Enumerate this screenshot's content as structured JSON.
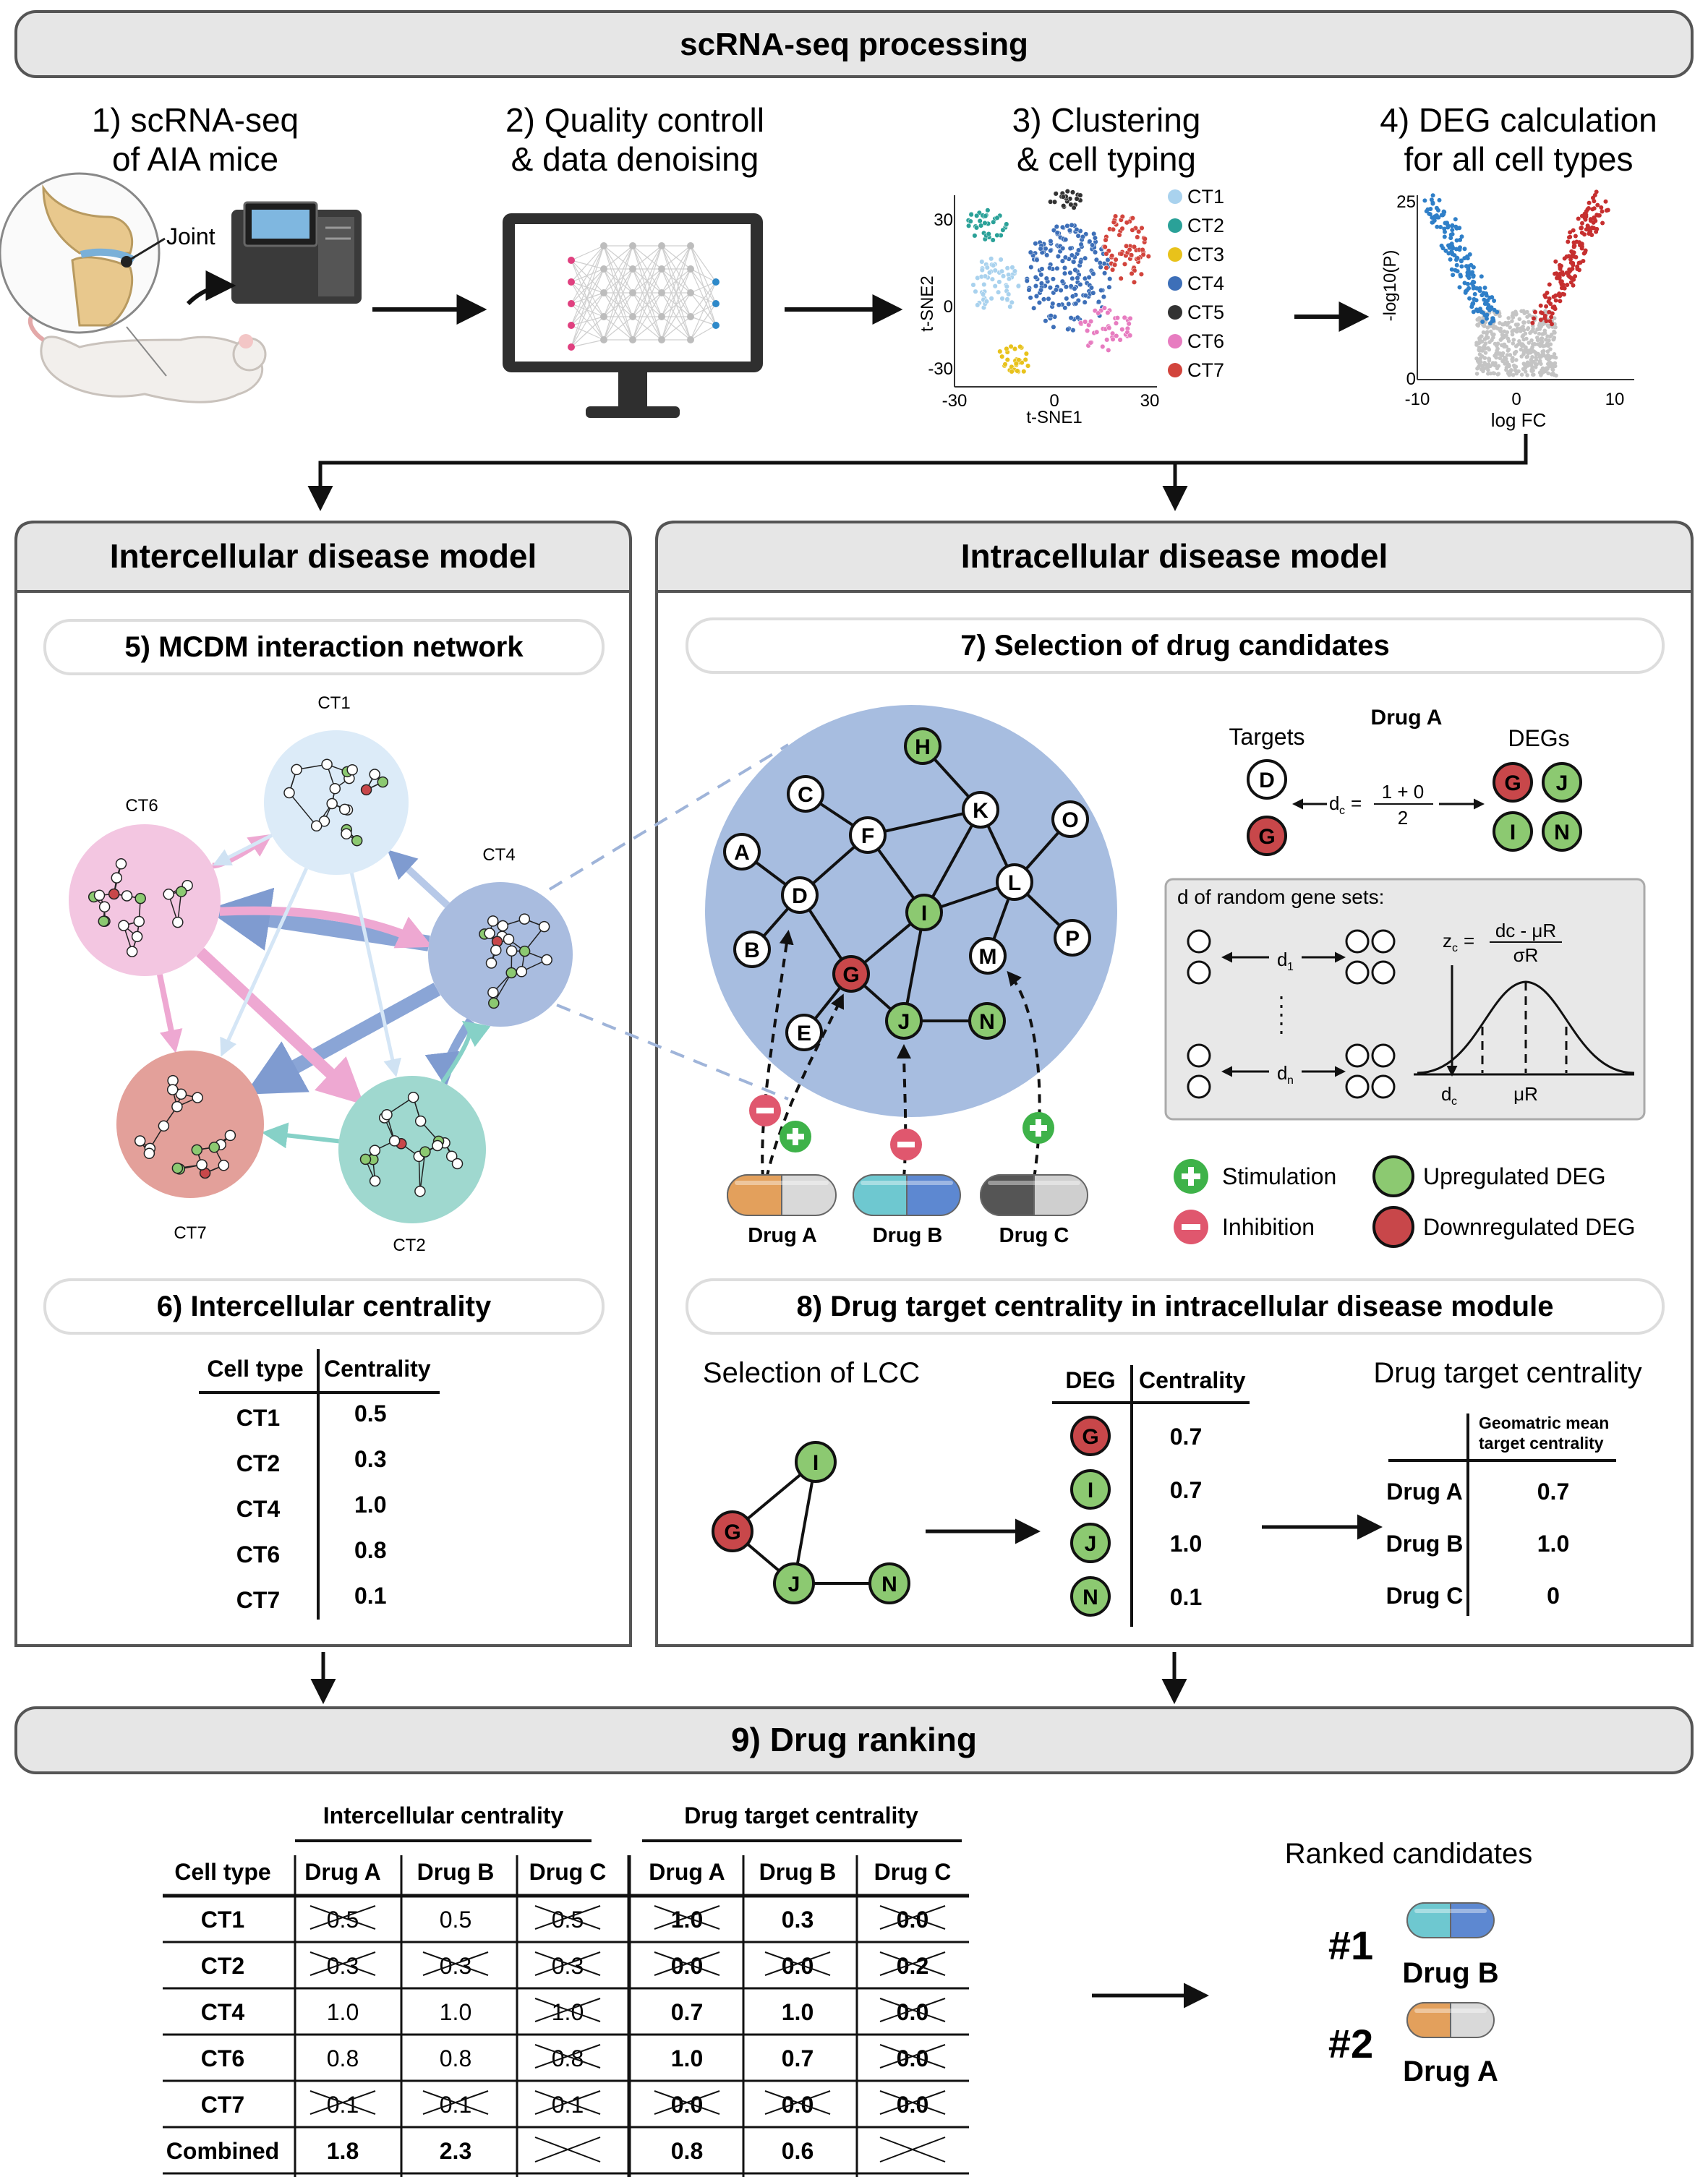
{
  "header": {
    "title": "scRNA-seq processing"
  },
  "steps": {
    "s1": [
      "1) scRNA-seq",
      "of AIA mice"
    ],
    "s2": [
      "2) Quality controll",
      "& data denoising"
    ],
    "s3": [
      "3) Clustering",
      "& cell typing"
    ],
    "s4": [
      "4) DEG calculation",
      "for all cell types"
    ],
    "joint_label": "Joint"
  },
  "tsne": {
    "xlabel": "t-SNE1",
    "ylabel": "t-SNE2",
    "xticks": [
      "-30",
      "0",
      "30"
    ],
    "yticks": [
      "30",
      "0",
      "-30"
    ],
    "legend": [
      "CT1",
      "CT2",
      "CT3",
      "CT4",
      "CT5",
      "CT6",
      "CT7"
    ]
  },
  "volcano": {
    "xlabel": "log FC",
    "ylabel": "-log10(P)",
    "xticks": [
      "-10",
      "0",
      "10"
    ],
    "yticks": [
      "25",
      "0"
    ]
  },
  "inter": {
    "title": "Intercellular disease model",
    "net_title": "5) MCDM interaction network",
    "nodes": [
      "CT1",
      "CT6",
      "CT4",
      "CT7",
      "CT2"
    ],
    "cent_title": "6) Intercellular centrality",
    "table": {
      "headers": [
        "Cell type",
        "Centrality"
      ],
      "rows": [
        [
          "CT1",
          "0.5"
        ],
        [
          "CT2",
          "0.3"
        ],
        [
          "CT4",
          "1.0"
        ],
        [
          "CT6",
          "0.8"
        ],
        [
          "CT7",
          "0.1"
        ]
      ]
    }
  },
  "intra": {
    "title": "Intracellular disease model",
    "sel_title": "7) Selection of drug candidates",
    "genes": [
      "H",
      "C",
      "F",
      "K",
      "O",
      "A",
      "D",
      "L",
      "I",
      "P",
      "B",
      "M",
      "G",
      "J",
      "N",
      "E"
    ],
    "drugs": [
      "Drug A",
      "Drug B",
      "Drug C"
    ],
    "drug_a_label": "Drug A",
    "targets_label": "Targets",
    "degs_label": "DEGs",
    "formula_dc": "d",
    "formula_sub_c": "c",
    "formula_eq": "=",
    "formula_num": "1 + 0",
    "formula_den": "2",
    "random_title": "d of random gene sets:",
    "d1_label": "d",
    "d1_sub": "1",
    "dn_label": "d",
    "dn_sub": "n",
    "z_label": "z",
    "z_sub": "c",
    "z_num": "dc - μR",
    "z_den": "σR",
    "axis_dc": "d",
    "axis_dc_sub": "c",
    "axis_mu": "μR",
    "legend": {
      "stimulation": "Stimulation",
      "inhibition": "Inhibition",
      "up": "Upregulated DEG",
      "down": "Downregulated DEG"
    },
    "cent_title": "8) Drug target centrality in intracellular disease module",
    "lcc_title": "Selection of LCC",
    "lcc_genes": [
      "I",
      "G",
      "J",
      "N"
    ],
    "deg_table": {
      "headers": [
        "DEG",
        "Centrality"
      ],
      "rows": [
        [
          "G",
          "0.7"
        ],
        [
          "I",
          "0.7"
        ],
        [
          "J",
          "1.0"
        ],
        [
          "N",
          "0.1"
        ]
      ]
    },
    "dtc_title": "Drug target centrality",
    "dtc_table": {
      "header": [
        "Geomatric mean",
        "target centrality"
      ],
      "rows": [
        [
          "Drug A",
          "0.7"
        ],
        [
          "Drug B",
          "1.0"
        ],
        [
          "Drug C",
          "0"
        ]
      ]
    }
  },
  "ranking": {
    "title": "9) Drug ranking",
    "group_inter": "Intercellular centrality",
    "group_dtc": "Drug target centrality",
    "col_headers": [
      "Cell type",
      "Drug A",
      "Drug B",
      "Drug C",
      "Drug A",
      "Drug B",
      "Drug C"
    ],
    "rows": [
      [
        "CT1",
        "0.5",
        "0.5",
        "0.5",
        "1.0",
        "0.3",
        "0.0"
      ],
      [
        "CT2",
        "0.3",
        "0.3",
        "0.3",
        "0.0",
        "0.0",
        "0.2"
      ],
      [
        "CT4",
        "1.0",
        "1.0",
        "1.0",
        "0.7",
        "1.0",
        "0.0"
      ],
      [
        "CT6",
        "0.8",
        "0.8",
        "0.8",
        "1.0",
        "0.7",
        "0.0"
      ],
      [
        "CT7",
        "0.1",
        "0.1",
        "0.1",
        "0.0",
        "0.0",
        "0.0"
      ]
    ],
    "combined": [
      "Combined",
      "1.8",
      "2.3",
      "",
      "0.8",
      "0.6",
      ""
    ],
    "ranked_title": "Ranked candidates",
    "ranked": [
      {
        "rank": "#1",
        "drug": "Drug B"
      },
      {
        "rank": "#2",
        "drug": "Drug A"
      }
    ]
  },
  "colors": {
    "panel_header": "#e6e6e6",
    "border": "#555555",
    "ct1": "#a9d2ee",
    "ct2": "#2aa198",
    "ct3": "#e8c21b",
    "ct4": "#3d6fb8",
    "ct5": "#333333",
    "ct6": "#e77cc0",
    "ct7": "#d2443c",
    "up": "#8cc971",
    "down": "#c8474a",
    "network_bg": "#a7bde0",
    "stim": "#3eb249",
    "inhib": "#e0576e"
  }
}
